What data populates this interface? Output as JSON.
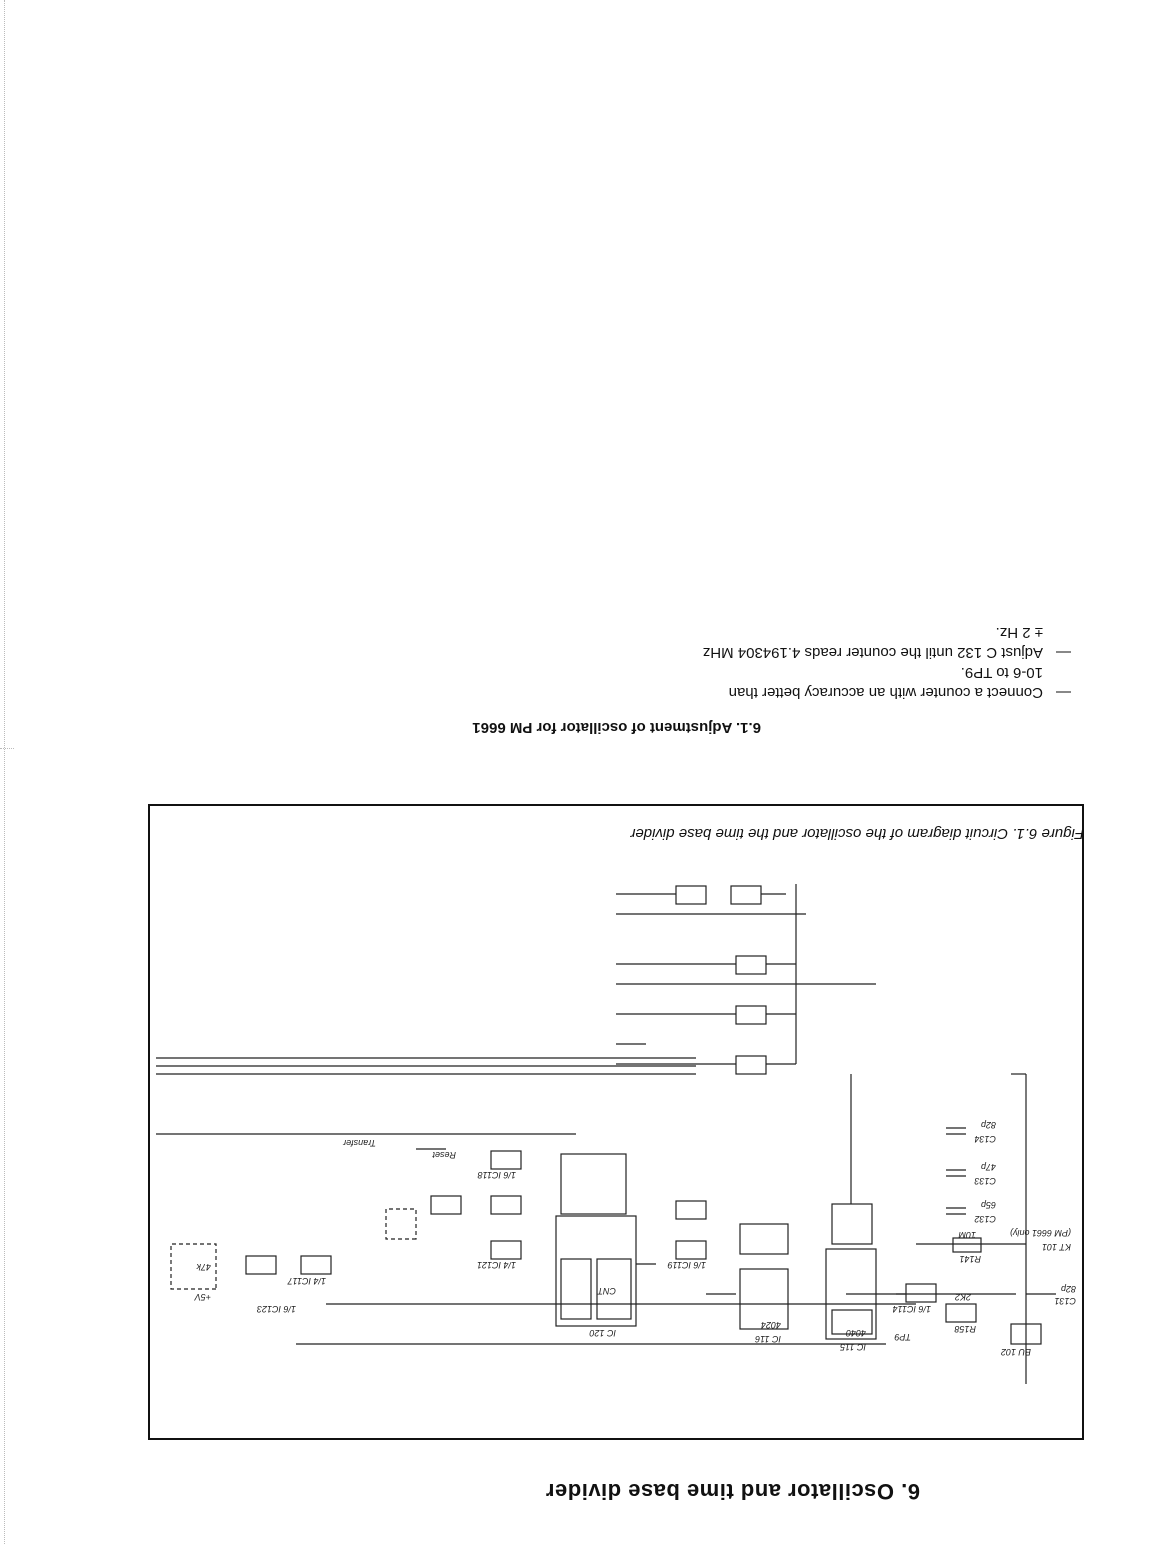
{
  "section": {
    "heading": "6.  Oscillator and time base divider"
  },
  "figure": {
    "caption": "Figure 6.1. Circuit diagram of the oscillator and the time base divider",
    "labels": {
      "bu102": "BU 102",
      "tp9": "TP9",
      "ic115": "IC 115",
      "ic115_type": "4040",
      "ic116": "IC 116",
      "ic116_type": "4024",
      "ic120": "IC 120",
      "ic123": "1/6 IC123",
      "pull_up_47k": "47k",
      "plus5v": "+5V",
      "reset": "Reset",
      "transfer": "Transfer",
      "c131": "C131",
      "c131_val": "82p",
      "c132": "C132",
      "c132_val": "65p",
      "c133": "C133",
      "c133_val": "47p",
      "c134": "C134",
      "c134_val": "82p",
      "r141": "R141",
      "r141_val": "10M",
      "r158": "R158",
      "r158_val": "2K2",
      "xtal": "KT 101",
      "xtal_note": "(PM 6661 only)",
      "ic114": "1/6 IC114",
      "ic117": "1/4 IC117",
      "ic118": "1/6 IC118",
      "ic119": "1/6 IC119",
      "ic121": "1/4 IC121",
      "cnt": "CNT"
    }
  },
  "adjustment": {
    "title": "6.1.  Adjustment of oscillator for PM 6661",
    "steps": [
      {
        "bullet": "—",
        "text": "Connect a counter with an accuracy better than"
      },
      {
        "bullet": "—",
        "text": "Adjust C 132 until the counter reads 4.194304 MHz"
      }
    ],
    "step1_cont": "10-6 to TP9.",
    "step2_cont": "± 2 Hz."
  }
}
